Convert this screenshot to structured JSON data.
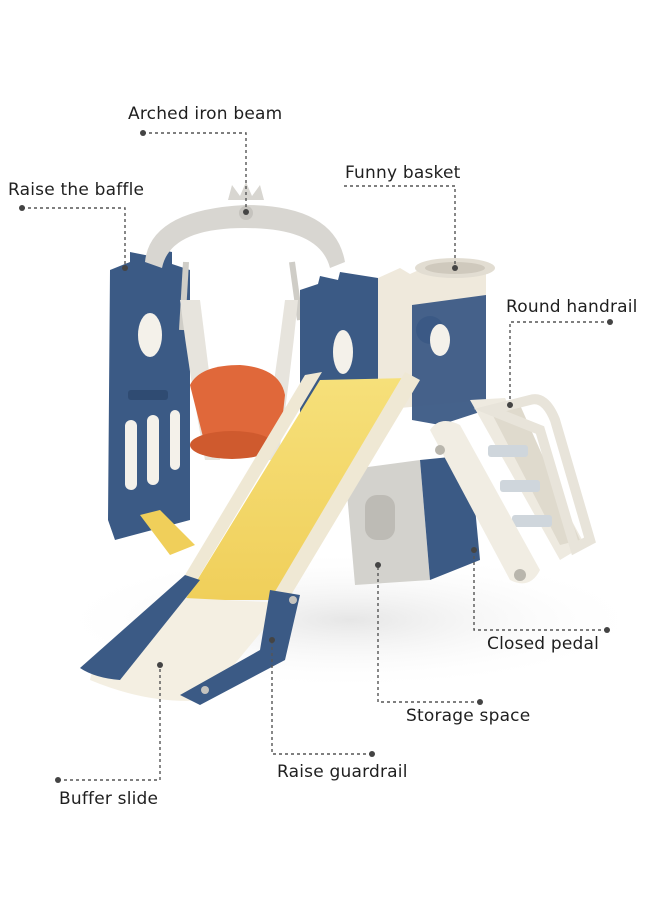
{
  "labels": {
    "arched_iron_beam": "Arched iron beam",
    "raise_the_baffle": "Raise the baffle",
    "funny_basket": "Funny basket",
    "round_handrail": "Round handrail",
    "closed_pedal": "Closed pedal",
    "storage_space": "Storage space",
    "raise_guardrail": "Raise guardrail",
    "buffer_slide": "Buffer slide"
  },
  "colors": {
    "navy_panel": "#3b5a85",
    "cream": "#efe9dc",
    "light_gray": "#d3d2cd",
    "yellow_slide": "#f2d66a",
    "orange_seat": "#e0683a",
    "leader_line": "#555555"
  }
}
